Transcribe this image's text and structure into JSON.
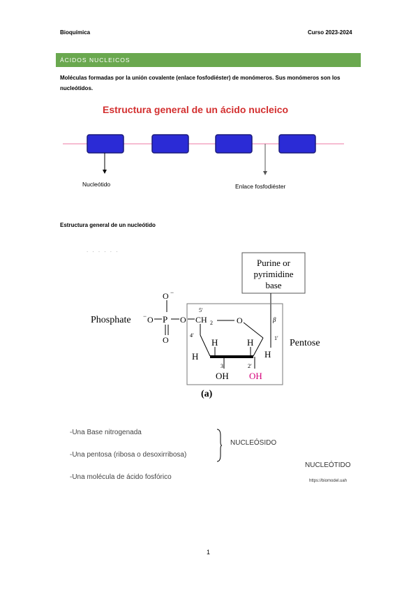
{
  "header": {
    "left": "Bioquímica",
    "right": "Curso 2023-2024"
  },
  "section": {
    "title": "ÁCIDOS NUCLEICOS",
    "bar_color": "#6aa84f"
  },
  "intro": "Moléculas formadas por la unión covalente (enlace fosfodiéster) de monómeros. Sus monómeros son los nucleótidos.",
  "diagram1": {
    "title": "Estructura general de un ácido nucleico",
    "title_color": "#d32f2f",
    "label_nucleotide": "Nucleótido",
    "label_bond": "Enlace fosfodiéster",
    "block_color": "#2b2bd6",
    "chain_color": "#f4a6c4"
  },
  "subtitle": "Estructura general de un nucleótido",
  "faint_dots": ". . . . . .",
  "diagram2": {
    "base_box": [
      "Purine or",
      "pyrimidine",
      "base"
    ],
    "phosphate": "Phosphate",
    "pentose": "Pentose",
    "caption": "(a)",
    "oh_color": "#d6007a",
    "atoms": {
      "o_top": "O",
      "neg": "−",
      "o_left": "O",
      "p": "P",
      "o_mid": "O",
      "ch2": "CH",
      "sub2": "2",
      "o_ring": "O",
      "o_bottom": "O",
      "h": "H",
      "oh": "OH",
      "beta": "β"
    },
    "positions": {
      "p5": "5′",
      "p4": "4′",
      "p3": "3′",
      "p2": "2′",
      "p1": "1′"
    }
  },
  "components": {
    "item1": "-Una Base nitrogenada",
    "item2": "-Una pentosa (ribosa o desoxirribosa)",
    "item3": "-Una molécula de ácido fosfórico",
    "nucleoside": "NUCLEÓSIDO",
    "nucleotide": "NUCLEÓTIDO",
    "credit": "https://biomodel.uah"
  },
  "page_number": "1"
}
